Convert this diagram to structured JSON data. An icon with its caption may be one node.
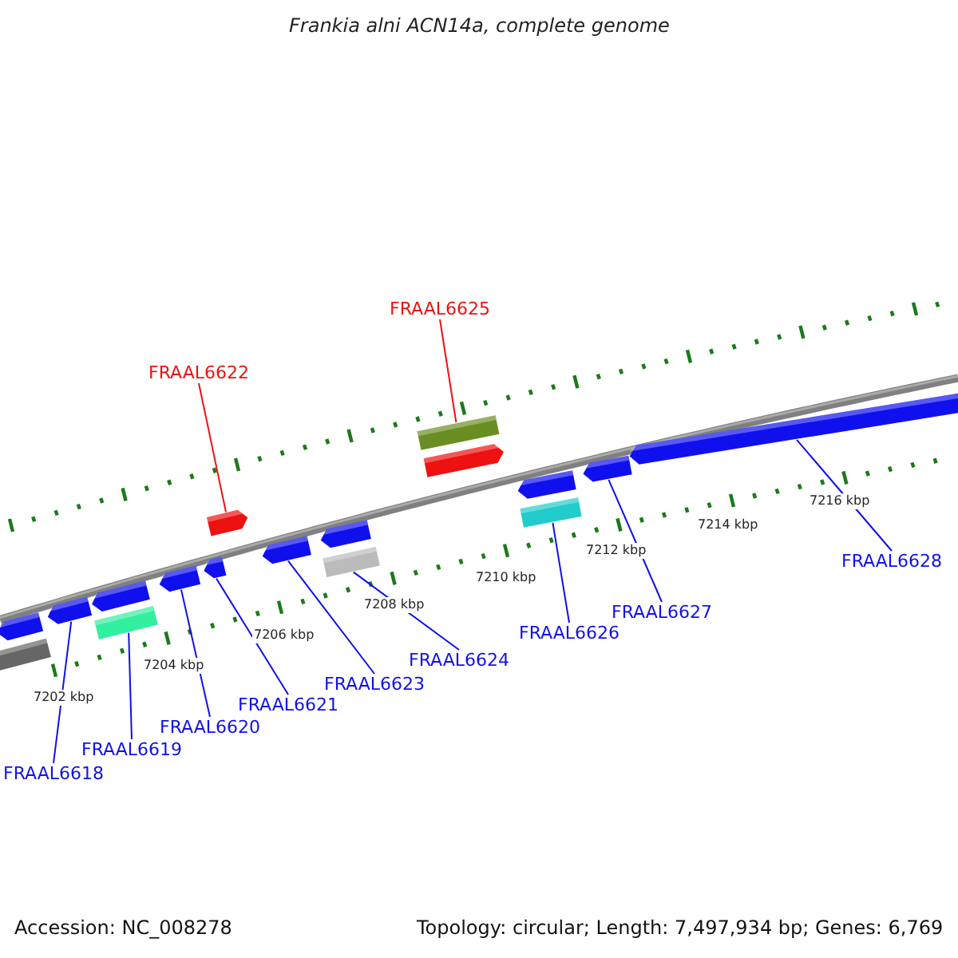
{
  "diagram": {
    "title": "Frankia alni ACN14a, complete genome",
    "nodes": [
      {
        "text": [],
        "shape": "arrow"
      },
      {
        "text": [],
        "shape": "bar"
      },
      {
        "text": [],
        "shape": "arrow"
      },
      {
        "text": [],
        "shape": "arrow"
      },
      {
        "text": [],
        "shape": "bar"
      },
      {
        "text": [],
        "shape": "arrow"
      },
      {
        "text": [],
        "shape": "arrow"
      },
      {
        "text": [],
        "shape": "arrow"
      },
      {
        "text": [],
        "shape": "arrow"
      },
      {
        "text": [],
        "shape": "arrow"
      },
      {
        "text": [],
        "shape": "bar"
      },
      {
        "text": [],
        "shape": "bar"
      },
      {
        "text": [],
        "shape": "arrow"
      },
      {
        "text": [],
        "shape": "arrow"
      },
      {
        "text": [],
        "shape": "bar"
      },
      {
        "text": [],
        "shape": "arrow"
      },
      {
        "text": [],
        "shape": "arrow"
      },
      {
        "text": [
          "FRAAL6625"
        ]
      },
      {
        "text": [
          "FRAAL6622"
        ]
      },
      {
        "text": [
          "FRAAL6628"
        ]
      },
      {
        "text": [
          "FRAAL6627"
        ]
      },
      {
        "text": [
          "FRAAL6626"
        ]
      },
      {
        "text": [
          "FRAAL6624"
        ]
      },
      {
        "text": [
          "FRAAL6623"
        ]
      },
      {
        "text": [
          "FRAAL6621"
        ]
      },
      {
        "text": [
          "FRAAL6620"
        ]
      },
      {
        "text": [
          "FRAAL6619"
        ]
      },
      {
        "text": [
          "FRAAL6618"
        ]
      }
    ],
    "edges": [
      {
        "from": 17,
        "to": 11,
        "arrow": "none",
        "color": "#ee1111"
      },
      {
        "from": 18,
        "to": 7,
        "arrow": "none",
        "color": "#ee1111"
      },
      {
        "from": 19,
        "to": 16,
        "arrow": "none"
      },
      {
        "from": 20,
        "to": 15,
        "arrow": "none"
      },
      {
        "from": 21,
        "to": 14,
        "arrow": "none"
      },
      {
        "from": 22,
        "to": 10,
        "arrow": "none"
      },
      {
        "from": 23,
        "to": 8,
        "arrow": "none"
      },
      {
        "from": 24,
        "to": 6,
        "arrow": "none"
      },
      {
        "from": 25,
        "to": 5,
        "arrow": "none"
      },
      {
        "from": 26,
        "to": 4,
        "arrow": "none"
      },
      {
        "from": 27,
        "to": 2,
        "arrow": "none"
      }
    ],
    "labels": [
      "7202 kbp",
      "7204 kbp",
      "7206 kbp",
      "7208 kbp",
      "7210 kbp",
      "7212 kbp",
      "7214 kbp",
      "7216 kbp",
      "Accession: NC_008278",
      "Topology: circular; Length: 7,497,934 bp; Genes: 6,769"
    ]
  }
}
